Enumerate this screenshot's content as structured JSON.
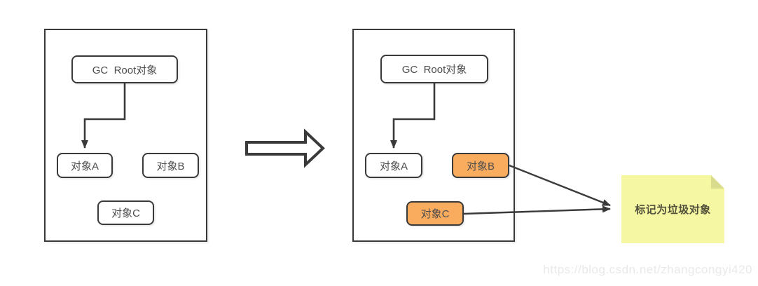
{
  "colors": {
    "stroke": "#3a3a3a",
    "text": "#4d4d4d",
    "orange-fill": "#f9ab5e",
    "note-bg": "#f6f7a2",
    "note-fold": "#d9dc8d",
    "note-text": "#50503c",
    "watermark": "#e9e9e9"
  },
  "left_panel": {
    "gc_root": "GC  Root对象",
    "object_a": "对象A",
    "object_b": "对象B",
    "object_c": "对象C"
  },
  "right_panel": {
    "gc_root": "GC  Root对象",
    "object_a": "对象A",
    "object_b": "对象B",
    "object_c": "对象C"
  },
  "note": {
    "label": "标记为垃圾对象"
  },
  "watermark": {
    "text": "https://blog.csdn.net/zhangcongyi420"
  }
}
